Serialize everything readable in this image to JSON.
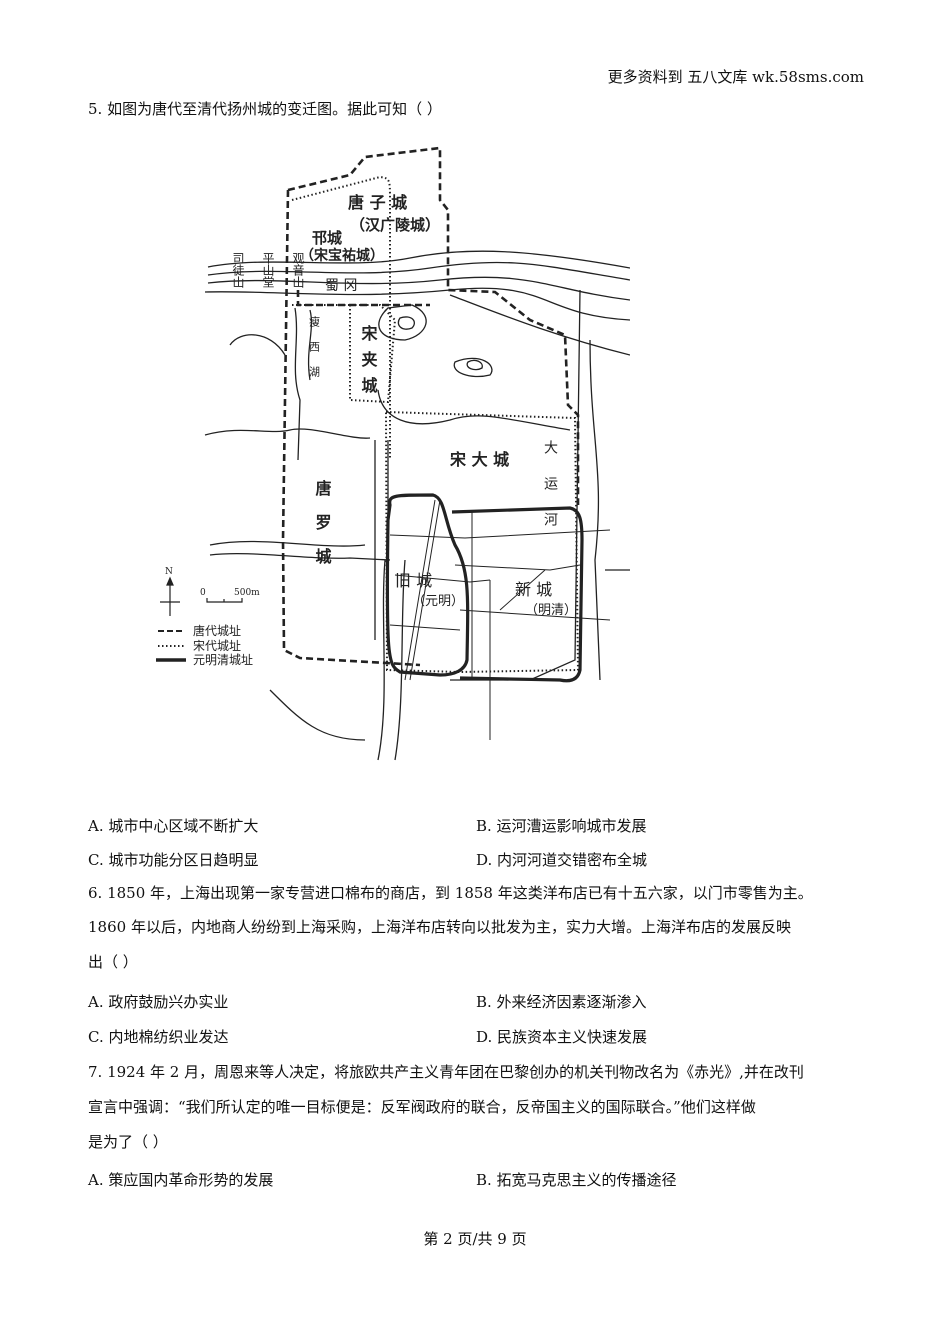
{
  "header": {
    "source": "更多资料到 五八文库 wk.58sms.com"
  },
  "q5": {
    "stem": "5. 如图为唐代至清代扬州城的变迁图。据此可知（    ）",
    "map": {
      "labels": {
        "tangzi": "唐 子 城",
        "guangling": "（汉广陵城）",
        "yicheng": "邗城",
        "baoyou": "（宋宝祐城）",
        "situ": "司徒山",
        "pingshan": "平山堂",
        "guanyin": "观音山",
        "shugang": "蜀  冈",
        "shouxihu": "瘦西湖",
        "songjia": "宋夹城",
        "songda": "宋 大 城",
        "tangluo": "唐罗城",
        "jiucheng": "旧 城",
        "yuanming": "（元明）",
        "xincheng": "新 城",
        "mingqing": "（明清）",
        "canal": "大运河",
        "north": "N",
        "scale_zero": "0",
        "scale_len": "500m"
      },
      "legend": [
        "唐代城址",
        "宋代城址",
        "元明清城址"
      ]
    },
    "options": [
      "A. 城市中心区域不断扩大",
      "B. 运河漕运影响城市发展",
      "C. 城市功能分区日趋明显",
      "D. 内河河道交错密布全城"
    ]
  },
  "q6": {
    "lines": [
      "6. 1850 年，上海出现第一家专营进口棉布的商店，到 1858 年这类洋布店已有十五六家，以门市零售为主。",
      "1860 年以后，内地商人纷纷到上海采购，上海洋布店转向以批发为主，实力大增。上海洋布店的发展反映",
      "出（    ）"
    ],
    "options": [
      "A. 政府鼓励兴办实业",
      "B. 外来经济因素逐渐渗入",
      "C. 内地棉纺织业发达",
      "D. 民族资本主义快速发展"
    ]
  },
  "q7": {
    "lines": [
      "7. 1924 年 2 月，周恩来等人决定，将旅欧共产主义青年团在巴黎创办的机关刊物改名为《赤光》,并在改刊",
      "宣言中强调：“我们所认定的唯一目标便是：反军阀政府的联合，反帝国主义的国际联合。”他们这样做",
      "是为了（    ）"
    ],
    "options": [
      "A. 策应国内革命形势的发展",
      "B. 拓宽马克思主义的传播途径"
    ]
  },
  "footer": {
    "page": "第 2 页/共 9 页"
  }
}
